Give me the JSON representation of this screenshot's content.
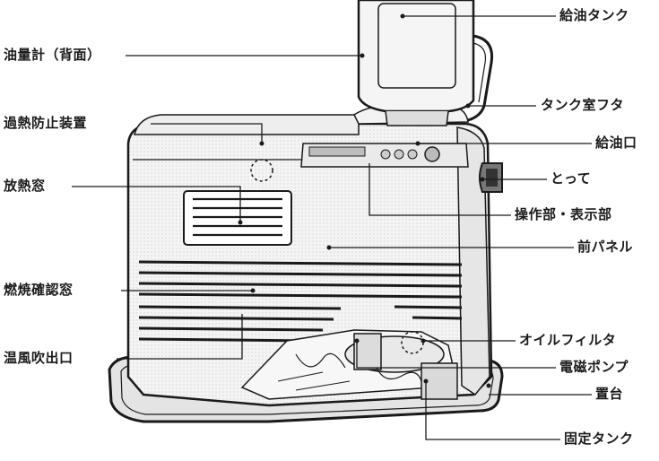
{
  "labels": {
    "left": {
      "oil_gauge": "油量計（背面）",
      "overheat_guard": "過熱防止装置",
      "heat_window": "放熱窓",
      "flame_window": "燃焼確認窓",
      "warm_air_outlet": "温風吹出口"
    },
    "right": {
      "fuel_tank": "給油タンク",
      "tank_lid": "タンク室フタ",
      "fuel_port": "給油口",
      "handle": "とって",
      "control_panel": "操作部・表示部",
      "front_panel": "前パネル",
      "oil_filter": "オイルフィルタ",
      "solenoid_pump": "電磁ポンプ",
      "base_stand": "置台",
      "fixed_tank": "固定タンク"
    }
  },
  "colors": {
    "line": "#1a1a1a",
    "body_fill": "#f2f2f2",
    "shade": "#d9d9d9"
  }
}
